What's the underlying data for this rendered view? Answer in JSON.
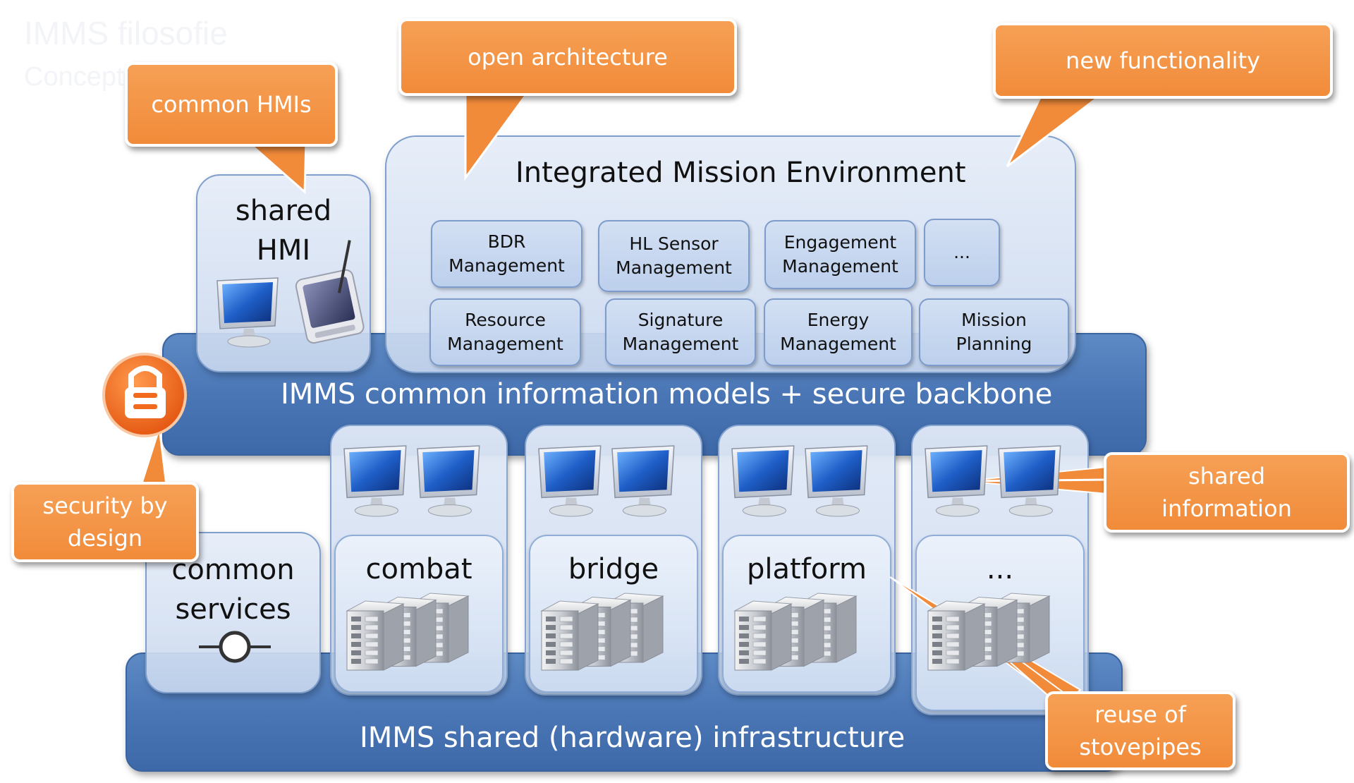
{
  "ghost": {
    "line1": "IMMS filosofie",
    "line2": "Concept"
  },
  "backbone": {
    "label": "IMMS common information models + secure backbone",
    "color": "#4a76b6"
  },
  "infrastructure": {
    "label": "IMMS shared (hardware) infrastructure",
    "color": "#4a76b6"
  },
  "shared_hmi": {
    "label": "shared\nHMI"
  },
  "mission_env": {
    "title": "Integrated Mission Environment",
    "row1": [
      "BDR\nManagement",
      "HL Sensor\nManagement",
      "Engagement\nManagement",
      "..."
    ],
    "row2": [
      "Resource\nManagement",
      "Signature\nManagement",
      "Energy\nManagement",
      "Mission\nPlanning"
    ]
  },
  "common_services": {
    "label": "common\nservices"
  },
  "columns": [
    "combat",
    "bridge",
    "platform",
    "..."
  ],
  "callouts": {
    "common_hmis": "common HMIs",
    "open_architecture": "open architecture",
    "new_functionality": "new functionality",
    "security_by_design": "security by\ndesign",
    "shared_information": "shared\ninformation",
    "reuse_of_stovepipes": "reuse of\nstovepipes"
  },
  "colors": {
    "callout": "#f18b3a",
    "lock": "#f26b1d",
    "panel": "#c8d7ee"
  },
  "icons": [
    "monitor-icon",
    "tablet-icon",
    "server-rack-icon",
    "lock-icon",
    "service-connector-icon"
  ]
}
